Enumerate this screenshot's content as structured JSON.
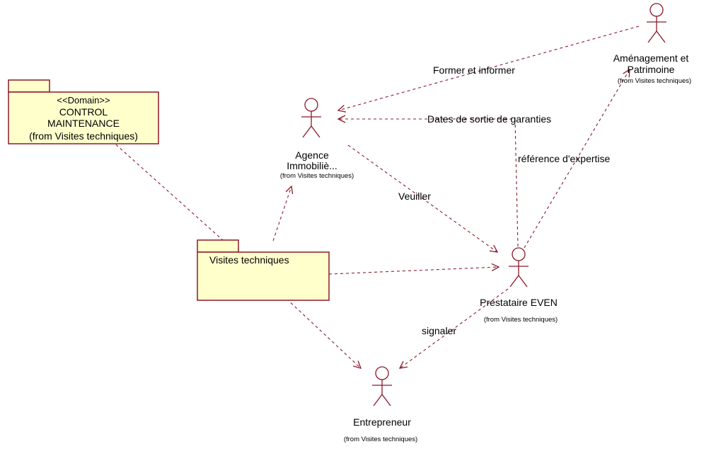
{
  "colors": {
    "line": "#8b1a2b",
    "package_fill": "#ffffcc",
    "background": "#ffffff"
  },
  "packages": {
    "control": {
      "stereotype": "<<Domain>>",
      "name_line1": "CONTROL",
      "name_line2": "MAINTENANCE",
      "from": "(from Visites techniques)"
    },
    "visites": {
      "name": "Visites techniques"
    }
  },
  "actors": {
    "agence": {
      "name_line1": "Agence",
      "name_line2": "Immobiliè...",
      "from": "(from Visites techniques)"
    },
    "amenagement": {
      "name_line1": "Aménagement et",
      "name_line2": "Patrimoine",
      "from": "(from Visites techniques)"
    },
    "prestataire": {
      "name": "Prestataire EVEN",
      "from": "(from Visites techniques)"
    },
    "entrepreneur": {
      "name": "Entrepreneur",
      "from": "(from Visites techniques)"
    }
  },
  "edge_labels": {
    "former": "Former et informer",
    "dates": "Dates de sortie de garanties",
    "reference": "référence d'expertise",
    "veuiller": "Veuiller",
    "signaler": "signaler"
  }
}
